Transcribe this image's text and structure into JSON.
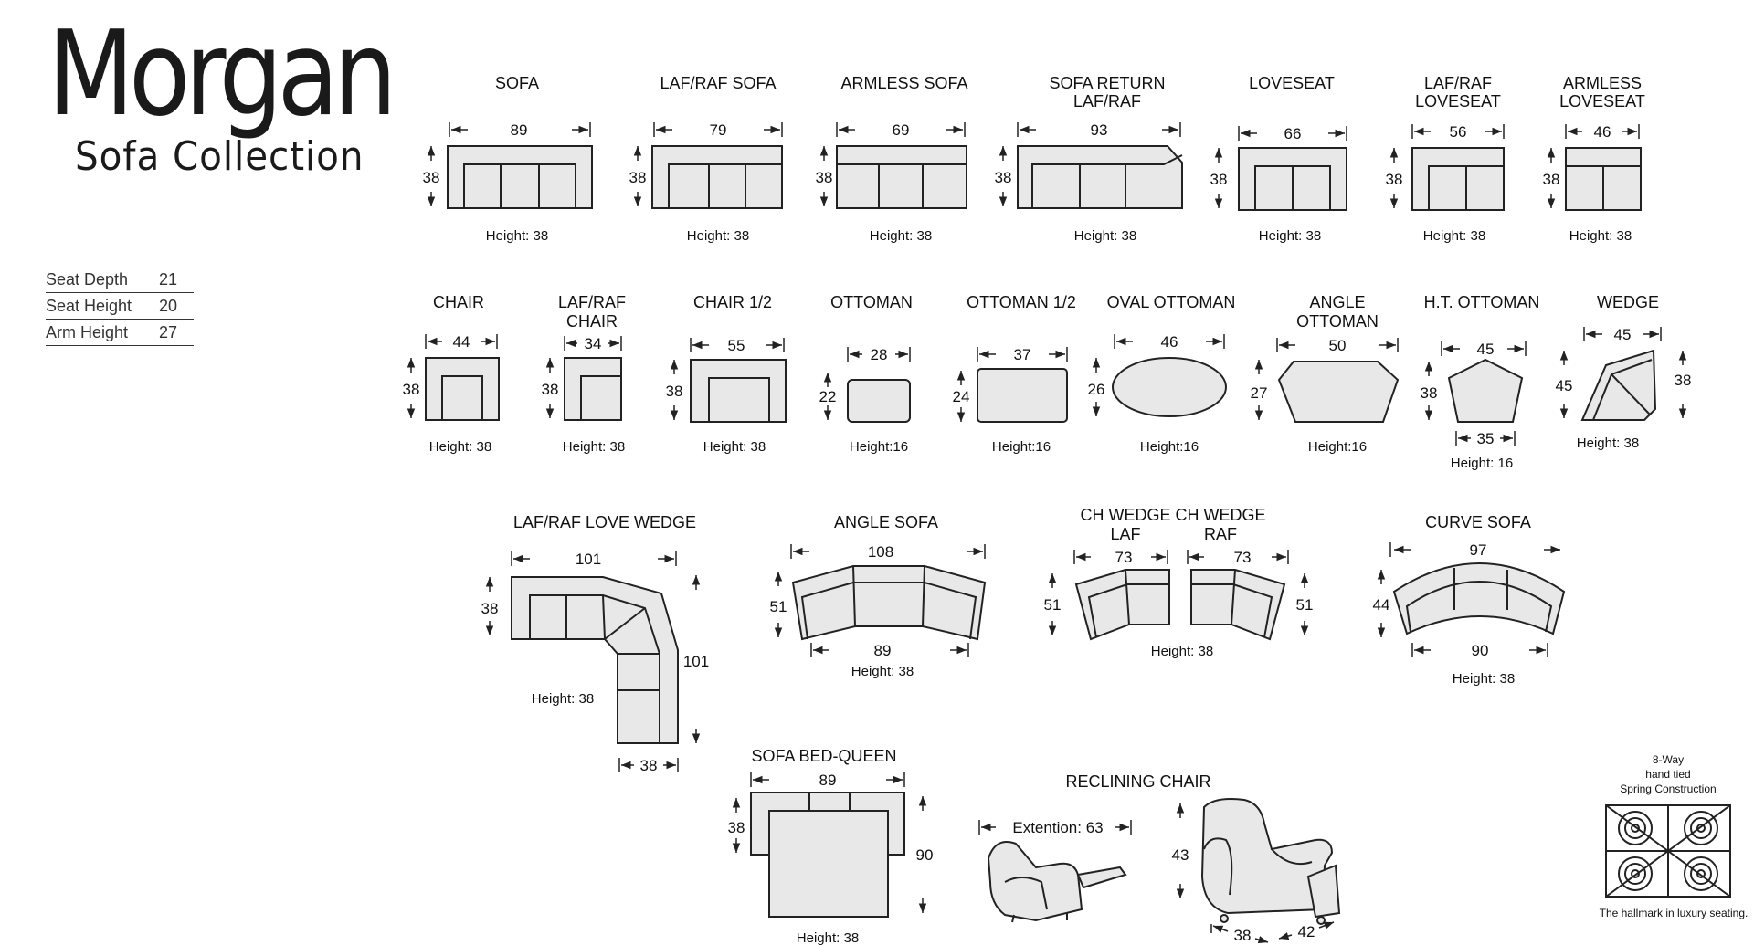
{
  "brand": {
    "title": "Morgan",
    "subtitle": "Sofa Collection"
  },
  "specs": [
    {
      "label": "Seat Depth",
      "value": "21"
    },
    {
      "label": "Seat Height",
      "value": "20"
    },
    {
      "label": "Arm Height",
      "value": "27"
    }
  ],
  "items": {
    "sofa": {
      "name": "SOFA",
      "width": "89",
      "depth": "38",
      "height": "Height: 38"
    },
    "laf_raf_sofa": {
      "name": "LAF/RAF  SOFA",
      "width": "79",
      "depth": "38",
      "height": "Height: 38"
    },
    "armless_sofa": {
      "name": "ARMLESS  SOFA",
      "width": "69",
      "depth": "38",
      "height": "Height: 38"
    },
    "sofa_return": {
      "name1": "SOFA RETURN",
      "name2": "LAF/RAF",
      "width": "93",
      "depth": "38",
      "height": "Height: 38"
    },
    "loveseat": {
      "name": "LOVESEAT",
      "width": "66",
      "depth": "38",
      "height": "Height: 38"
    },
    "laf_raf_loveseat": {
      "name1": "LAF/RAF",
      "name2": "LOVESEAT",
      "width": "56",
      "depth": "38",
      "height": "Height: 38"
    },
    "armless_loveseat": {
      "name1": "ARMLESS",
      "name2": "LOVESEAT",
      "width": "46",
      "depth": "38",
      "height": "Height: 38"
    },
    "chair": {
      "name": "CHAIR",
      "width": "44",
      "depth": "38",
      "height": "Height: 38"
    },
    "laf_raf_chair": {
      "name1": "LAF/RAF",
      "name2": "CHAIR",
      "width": "34",
      "depth": "38",
      "height": "Height: 38"
    },
    "chair_half": {
      "name": "CHAIR 1/2",
      "width": "55",
      "depth": "38",
      "height": "Height: 38"
    },
    "ottoman": {
      "name": "OTTOMAN",
      "width": "28",
      "depth": "22",
      "height": "Height:16"
    },
    "ottoman_half": {
      "name": "OTTOMAN 1/2",
      "width": "37",
      "depth": "24",
      "height": "Height:16"
    },
    "oval_ottoman": {
      "name": "OVAL OTTOMAN",
      "width": "46",
      "depth": "26",
      "height": "Height:16"
    },
    "angle_ottoman": {
      "name1": "ANGLE",
      "name2": "OTTOMAN",
      "width": "50",
      "depth": "27",
      "height": "Height:16"
    },
    "ht_ottoman": {
      "name": "H.T. OTTOMAN",
      "width": "45",
      "depth": "38",
      "bottom": "35",
      "height": "Height: 16"
    },
    "wedge": {
      "name": "WEDGE",
      "width": "45",
      "depth": "45",
      "depth2": "38",
      "height": "Height: 38"
    },
    "love_wedge": {
      "name": "LAF/RAF LOVE WEDGE",
      "width": "101",
      "depth": "38",
      "side": "101",
      "bottom": "38",
      "height": "Height: 38"
    },
    "angle_sofa": {
      "name": "ANGLE SOFA",
      "width": "108",
      "depth": "51",
      "bottom": "89",
      "height": "Height: 38"
    },
    "ch_wedge_laf": {
      "name1": "CH WEDGE",
      "name2": "LAF",
      "width": "73",
      "depth": "51"
    },
    "ch_wedge_raf": {
      "name1": "CH WEDGE",
      "name2": "RAF",
      "width": "73",
      "depth": "51"
    },
    "ch_wedge_height": "Height: 38",
    "curve_sofa": {
      "name": "CURVE SOFA",
      "width": "97",
      "depth": "44",
      "bottom": "90",
      "height": "Height: 38"
    },
    "sofa_bed": {
      "name": "SOFA BED-QUEEN",
      "width": "89",
      "depth": "38",
      "open": "90",
      "height": "Height: 38"
    },
    "reclining_chair": {
      "name": "RECLINING CHAIR",
      "extension": "Extention: 63",
      "height": "43",
      "depth": "38",
      "width": "42"
    }
  },
  "spring": {
    "line1": "8-Way",
    "line2": "hand tied",
    "line3": "Spring Construction",
    "caption": "The hallmark in luxury seating."
  }
}
